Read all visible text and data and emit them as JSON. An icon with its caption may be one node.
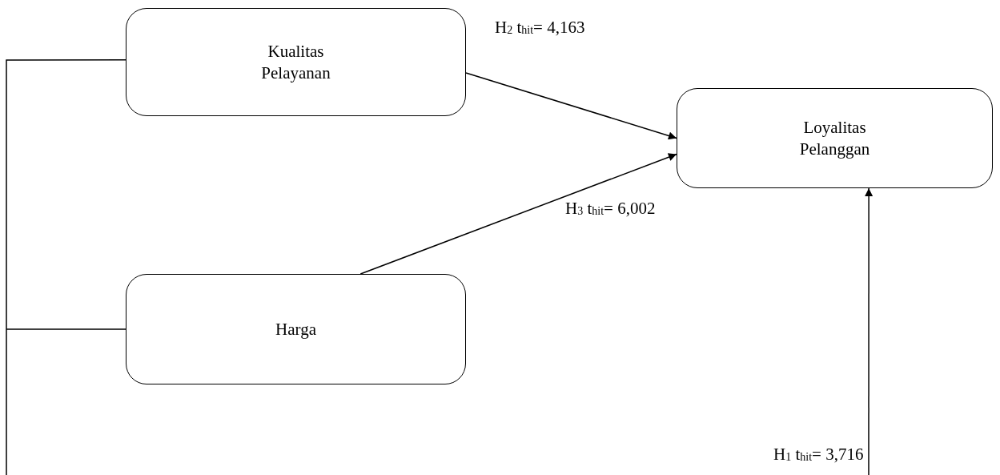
{
  "diagram": {
    "nodes": [
      {
        "text": [
          "Kualitas Pelayanan"
        ]
      },
      {
        "text": [
          "Harga"
        ]
      },
      {
        "text": [
          "Loyalitas Pelanggan"
        ]
      }
    ],
    "edges": [
      {
        "from": 0,
        "to": 2,
        "arrow": "to",
        "label": "H$_{2}$ t$_{hit}$= 4,163"
      },
      {
        "from": 1,
        "to": 2,
        "arrow": "to",
        "label": "H$_{3}$ t$_{hit}$= 6,002"
      },
      {
        "from": 0,
        "to": null,
        "arrow": "none"
      },
      {
        "from": 1,
        "to": null,
        "arrow": "none"
      },
      {
        "from": null,
        "to": 2,
        "arrow": "to",
        "label": "H$_{1}$ t$_{hit}$= 3,716"
      }
    ]
  }
}
